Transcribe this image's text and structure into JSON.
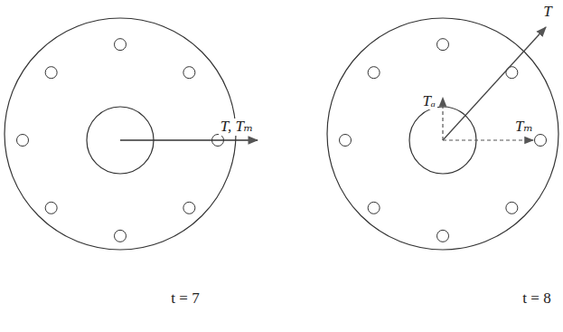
{
  "diagram": {
    "labels": [
      "T, Tₘ",
      "t = 7",
      "T",
      "Tₐ",
      "Tₘ",
      "t = 8"
    ]
  }
}
